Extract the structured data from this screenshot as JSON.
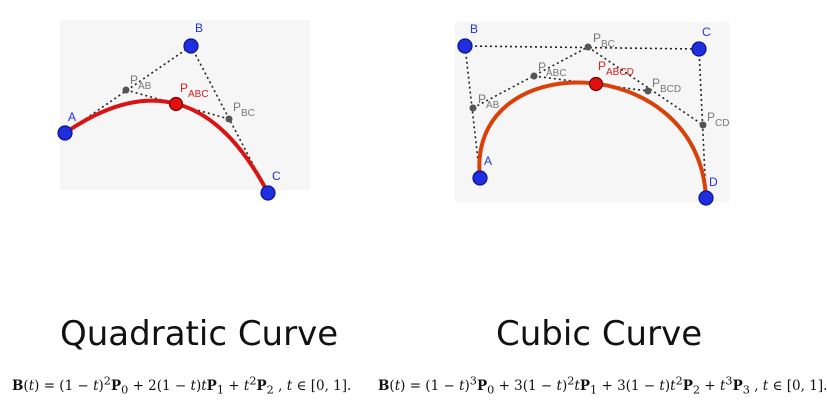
{
  "quadratic": {
    "title": "Quadratic Curve",
    "labels": {
      "A": "A",
      "B": "B",
      "C": "C",
      "PAB": "AB",
      "PABC": "ABC",
      "PBC": "BC",
      "P": "P"
    },
    "formula": {
      "lhs": "B(t) = (1 − t)",
      "rest": "P₀ + 2(1 − t)tP₁ + t²P₂ , t ∈ [0, 1]."
    }
  },
  "cubic": {
    "title": "Cubic Curve",
    "labels": {
      "A": "A",
      "B": "B",
      "C": "C",
      "D": "D",
      "PAB": "AB",
      "PBC": "BC",
      "PCD": "CD",
      "PABC": "ABC",
      "PBCD": "BCD",
      "PABCD": "ABCD",
      "P": "P"
    },
    "formula": {
      "text": "B(t) = (1 − t)³P₀ + 3(1 − t)²tP₁ + 3(1 − t)t²P₂ + t³P₃ , t ∈ [0, 1]."
    }
  },
  "colors": {
    "control_point": "#1f2fe0",
    "control_point_stroke": "#0a1490",
    "quad_curve": "#d81414",
    "cubic_curve": "#d8420a",
    "red_point": "#e01010",
    "guide_line": "#222222",
    "intermediate_point": "#555555",
    "blue_label": "#2233dd",
    "red_label": "#d82020",
    "gray_label": "#777777"
  }
}
